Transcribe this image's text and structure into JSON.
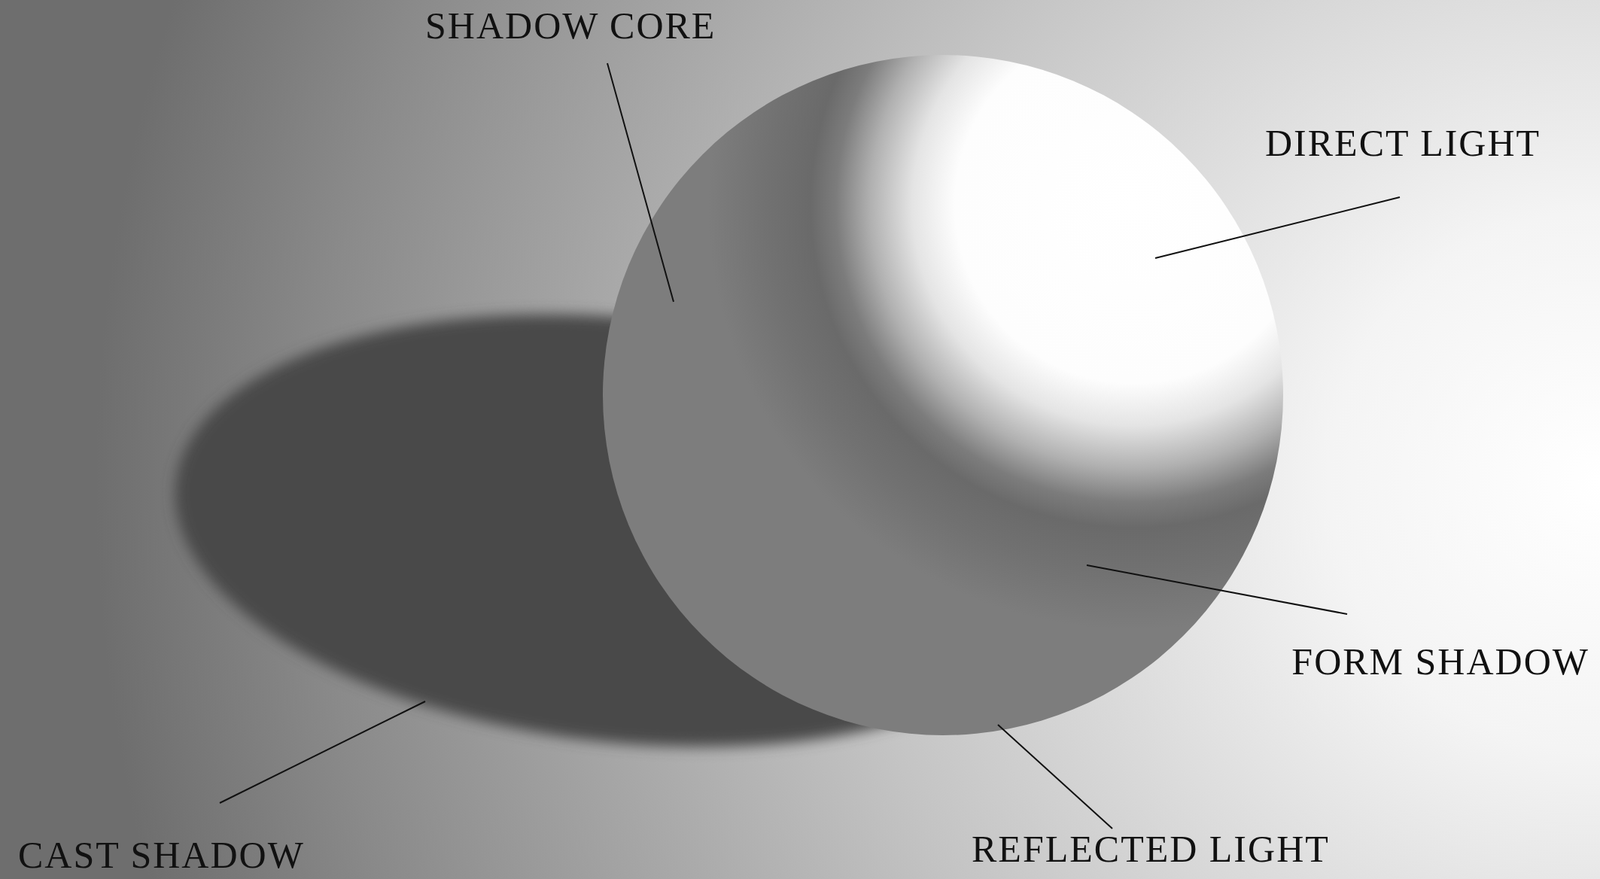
{
  "diagram": {
    "labels": [
      "SHADOW CORE",
      "DIRECT LIGHT",
      "FORM SHADOW",
      "REFLECTED LIGHT",
      "CAST SHADOW"
    ]
  }
}
